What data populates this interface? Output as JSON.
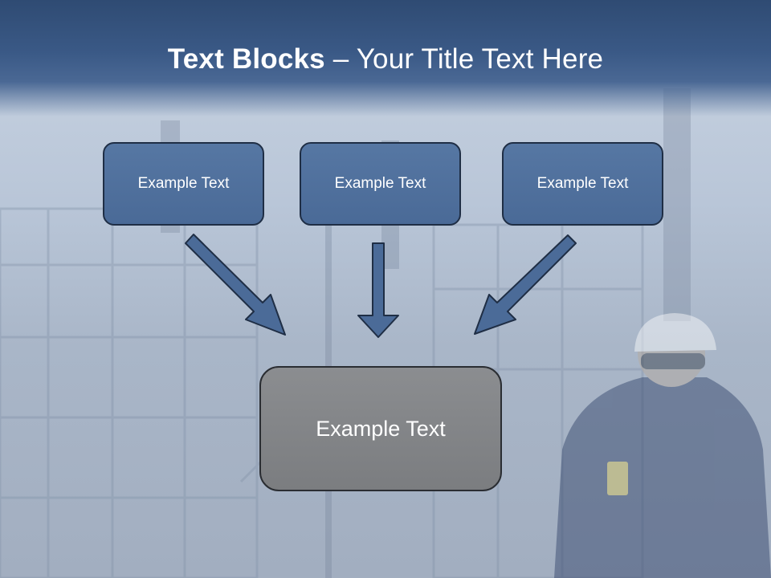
{
  "title": {
    "bold": "Text Blocks",
    "rest": " – Your Title Text Here"
  },
  "blocks": [
    {
      "label": "Example Text"
    },
    {
      "label": "Example Text"
    },
    {
      "label": "Example Text"
    }
  ],
  "target": {
    "label": "Example Text"
  },
  "colors": {
    "title_bar": "#3a5986",
    "block_fill": "#4f6f9c",
    "target_fill": "#828487",
    "arrow_fill": "#4b6b98",
    "outline": "#1f2e45"
  }
}
